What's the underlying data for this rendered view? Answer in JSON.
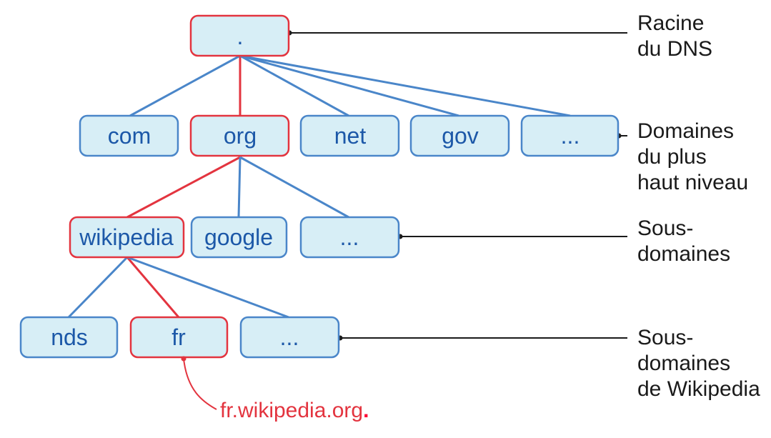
{
  "colors": {
    "blue": "#4a86c9",
    "red": "#e3343f",
    "node_fill": "#d7eef6",
    "node_text": "#1c58a8",
    "label_line": "#1a1a1a"
  },
  "nodes": {
    "root": {
      "label": ".",
      "highlight": true
    },
    "com": {
      "label": "com",
      "highlight": false
    },
    "org": {
      "label": "org",
      "highlight": true
    },
    "net": {
      "label": "net",
      "highlight": false
    },
    "gov": {
      "label": "gov",
      "highlight": false
    },
    "tld_more": {
      "label": "...",
      "highlight": false
    },
    "wikipedia": {
      "label": "wikipedia",
      "highlight": true
    },
    "google": {
      "label": "google",
      "highlight": false
    },
    "org_more": {
      "label": "...",
      "highlight": false
    },
    "nds": {
      "label": "nds",
      "highlight": false
    },
    "fr": {
      "label": "fr",
      "highlight": true
    },
    "wiki_more": {
      "label": "...",
      "highlight": false
    }
  },
  "labels": {
    "root": [
      "Racine",
      "du DNS"
    ],
    "tld": [
      "Domaines",
      "du plus",
      "haut niveau"
    ],
    "subdomains": [
      "Sous-",
      "domaines"
    ],
    "wiki_subdomains": [
      "Sous-",
      "domaines",
      "de Wikipedia"
    ]
  },
  "annotation": {
    "text": "fr.wikipedia.org",
    "dot": "."
  }
}
